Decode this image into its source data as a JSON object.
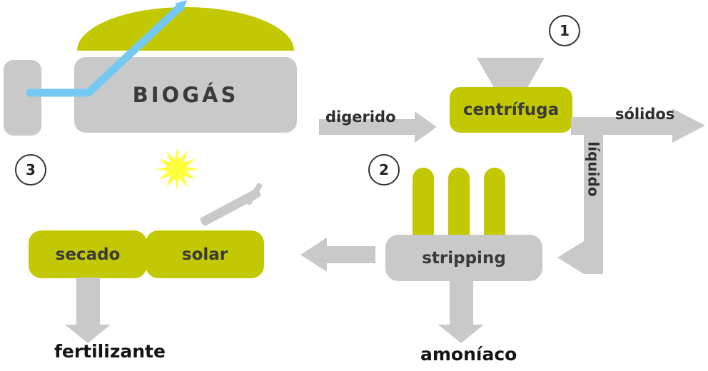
{
  "nodes": {
    "biogas": {
      "label": "BIOGÁS"
    },
    "centrifuga": {
      "label": "centrífuga",
      "step": "1"
    },
    "stripping": {
      "label": "stripping",
      "step": "2"
    },
    "secado": {
      "label": "secado",
      "step": "3"
    },
    "solar": {
      "label": "solar"
    }
  },
  "flows": {
    "digerido": {
      "label": "digerido"
    },
    "solidos": {
      "label": "sólidos"
    },
    "liquido": {
      "label": "líquido"
    },
    "amoniaco": {
      "label": "amoníaco"
    },
    "fertilizante": {
      "label": "fertilizante"
    }
  },
  "colors": {
    "shape_gray": "#c9c9c9",
    "accent_olive": "#c2c802",
    "pipe_blue": "#74c9f3",
    "sun_yellow": "#ffff3e"
  }
}
